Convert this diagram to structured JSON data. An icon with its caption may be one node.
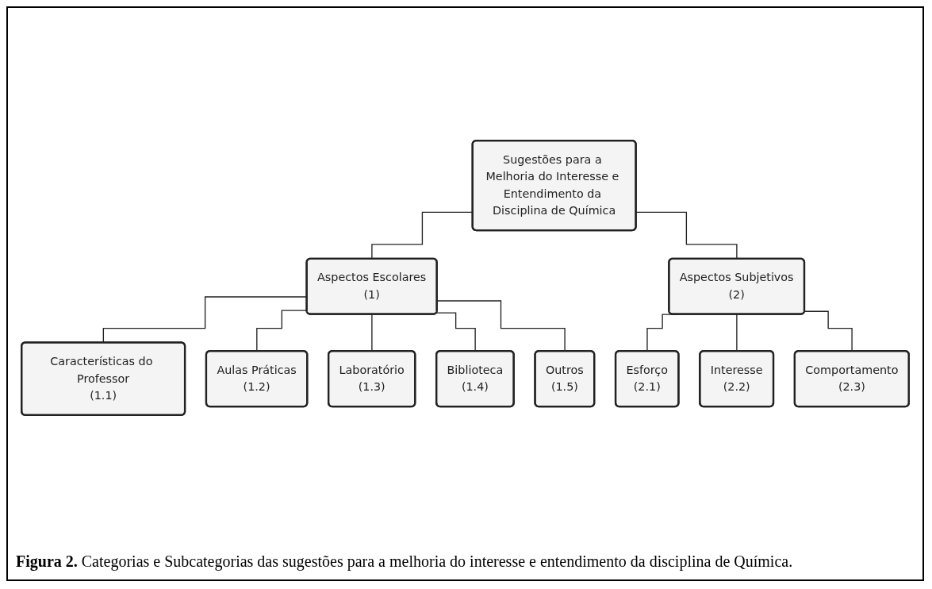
{
  "diagram": {
    "caption": "**Figura 2.** Categorias e Subcategorias das sugestões para a melhoria do interesse e entendimento da disciplina de Química.",
    "nodes": [
      {
        "text": [
          "Sugestões para a Melhoria do Interesse e Entendimento da Disciplina de Química"
        ]
      },
      {
        "text": [
          "Aspectos Escolares",
          "(1)"
        ]
      },
      {
        "text": [
          "Aspectos Subjetivos",
          "(2)"
        ]
      },
      {
        "text": [
          "Características do Professor",
          "(1.1)"
        ]
      },
      {
        "text": [
          "Aulas Práticas",
          "(1.2)"
        ]
      },
      {
        "text": [
          "Laboratório",
          "(1.3)"
        ]
      },
      {
        "text": [
          "Biblioteca",
          "(1.4)"
        ]
      },
      {
        "text": [
          "Outros",
          "(1.5)"
        ]
      },
      {
        "text": [
          "Esforço",
          "(2.1)"
        ]
      },
      {
        "text": [
          "Interesse",
          "(2.2)"
        ]
      },
      {
        "text": [
          "Comportamento",
          "(2.3)"
        ]
      }
    ],
    "edges": [
      {
        "from": 0,
        "to": 1,
        "arrow": "none"
      },
      {
        "from": 0,
        "to": 2,
        "arrow": "none"
      },
      {
        "from": 1,
        "to": 3,
        "arrow": "none"
      },
      {
        "from": 1,
        "to": 4,
        "arrow": "none"
      },
      {
        "from": 1,
        "to": 5,
        "arrow": "none"
      },
      {
        "from": 1,
        "to": 6,
        "arrow": "none"
      },
      {
        "from": 1,
        "to": 7,
        "arrow": "none"
      },
      {
        "from": 2,
        "to": 8,
        "arrow": "none"
      },
      {
        "from": 2,
        "to": 9,
        "arrow": "none"
      },
      {
        "from": 2,
        "to": 10,
        "arrow": "none"
      }
    ]
  }
}
